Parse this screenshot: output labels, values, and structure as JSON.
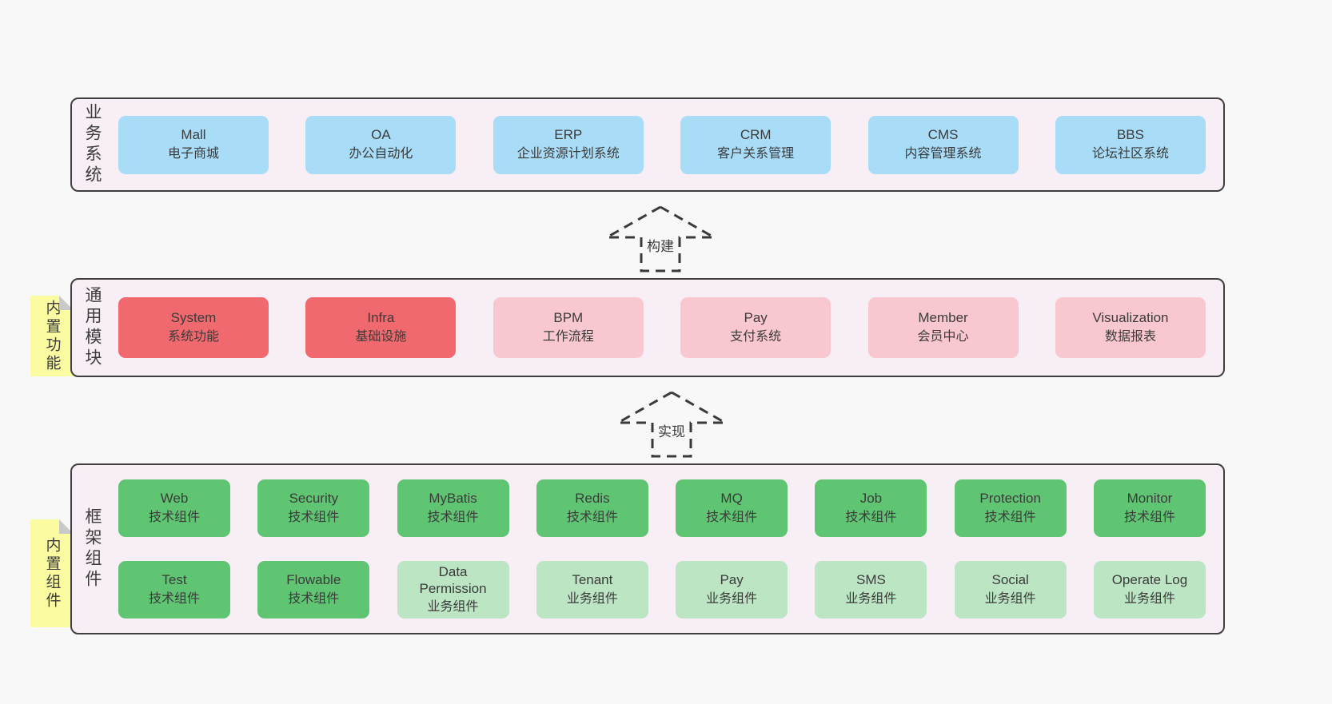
{
  "colors": {
    "page_bg": "#f8f8f8",
    "panel_bg": "#f8eef6",
    "panel_border": "#3f3f3f",
    "blue_box": "#a8dcf7",
    "red_box": "#f0696e",
    "pink_box": "#f9c7cf",
    "green_box": "#5fc573",
    "light_green_box": "#bce5c3",
    "sticky_yellow": "#fbfba1",
    "sticky_fold_gray": "#c9c9c9",
    "text": "#3b3b3b"
  },
  "arrows": [
    {
      "label": "构建"
    },
    {
      "label": "实现"
    }
  ],
  "panels": [
    {
      "label": "业务系统",
      "items": [
        {
          "en": "Mall",
          "zh": "电子商城"
        },
        {
          "en": "OA",
          "zh": "办公自动化"
        },
        {
          "en": "ERP",
          "zh": "企业资源计划系统"
        },
        {
          "en": "CRM",
          "zh": "客户关系管理"
        },
        {
          "en": "CMS",
          "zh": "内容管理系统"
        },
        {
          "en": "BBS",
          "zh": "论坛社区系统"
        }
      ]
    },
    {
      "label": "通用模块",
      "sticky": "内置功能",
      "items": [
        {
          "en": "System",
          "zh": "系统功能"
        },
        {
          "en": "Infra",
          "zh": "基础设施"
        },
        {
          "en": "BPM",
          "zh": "工作流程"
        },
        {
          "en": "Pay",
          "zh": "支付系统"
        },
        {
          "en": "Member",
          "zh": "会员中心"
        },
        {
          "en": "Visualization",
          "zh": "数据报表"
        }
      ]
    },
    {
      "label": "框架组件",
      "sticky": "内置组件",
      "rows": [
        [
          {
            "en": "Web",
            "zh": "技术组件"
          },
          {
            "en": "Security",
            "zh": "技术组件"
          },
          {
            "en": "MyBatis",
            "zh": "技术组件"
          },
          {
            "en": "Redis",
            "zh": "技术组件"
          },
          {
            "en": "MQ",
            "zh": "技术组件"
          },
          {
            "en": "Job",
            "zh": "技术组件"
          },
          {
            "en": "Protection",
            "zh": "技术组件"
          },
          {
            "en": "Monitor",
            "zh": "技术组件"
          }
        ],
        [
          {
            "en": "Test",
            "zh": "技术组件"
          },
          {
            "en": "Flowable",
            "zh": "技术组件"
          },
          {
            "en": "Data Permission",
            "zh": "业务组件"
          },
          {
            "en": "Tenant",
            "zh": "业务组件"
          },
          {
            "en": "Pay",
            "zh": "业务组件"
          },
          {
            "en": "SMS",
            "zh": "业务组件"
          },
          {
            "en": "Social",
            "zh": "业务组件"
          },
          {
            "en": "Operate Log",
            "zh": "业务组件"
          }
        ]
      ]
    }
  ]
}
